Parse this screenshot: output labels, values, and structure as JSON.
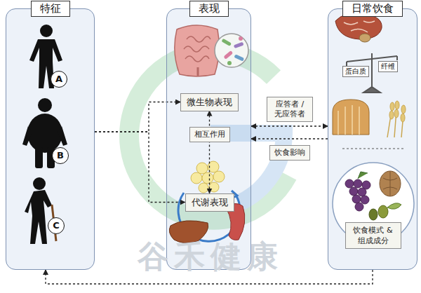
{
  "diagram": {
    "nodes": [
      {
        "text": [
          "特征"
        ]
      },
      {
        "text": [
          "表现"
        ]
      },
      {
        "text": [
          "微生物表现"
        ],
        "in": 1
      },
      {
        "text": [
          "代谢表现"
        ],
        "in": 1
      },
      {
        "text": [
          "日常饮食"
        ]
      },
      {
        "text": [
          "饮食模式 & 组成成分"
        ],
        "in": 4
      }
    ],
    "edges": [
      {
        "from": 0,
        "to": 2,
        "arrow": "to"
      },
      {
        "from": 0,
        "to": 3,
        "arrow": "to"
      },
      {
        "from": 1,
        "to": 4,
        "label": "应答者 / 无应答者",
        "arrow": "both"
      },
      {
        "from": 4,
        "to": 1,
        "label": "饮食影响",
        "arrow": "to"
      },
      {
        "from": 2,
        "to": 3,
        "label": "相互作用",
        "arrow": "both"
      },
      {
        "from": 4,
        "to": 0,
        "arrow": "to"
      }
    ],
    "labels": [
      "A",
      "B",
      "C",
      "蛋白质",
      "纤维",
      "谷禾健康"
    ]
  }
}
